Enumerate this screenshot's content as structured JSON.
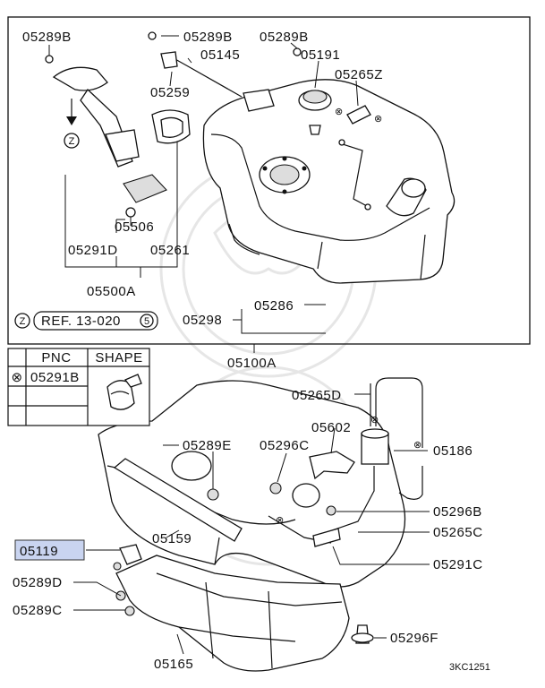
{
  "labels": {
    "p05289b_a": "05289B",
    "p05289b_b": "05289B",
    "p05289b_c": "05289B",
    "p05145": "05145",
    "p05191": "05191",
    "p05259": "05259",
    "p05265z": "05265Z",
    "p05506": "05506",
    "p05291d": "05291D",
    "p05261": "05261",
    "p05500a": "05500A",
    "p05286": "05286",
    "p05298": "05298",
    "p05100a": "05100A",
    "p05265d": "05265D",
    "p05602": "05602",
    "p05289e": "05289E",
    "p05296c": "05296C",
    "p05186": "05186",
    "p05296b": "05296B",
    "p05265c": "05265C",
    "p05119": "05119",
    "p05159": "05159",
    "p05291c": "05291C",
    "p05289d": "05289D",
    "p05289c": "05289C",
    "p05296f": "05296F",
    "p05165": "05165"
  },
  "ref": {
    "marker": "Z",
    "text": "REF. 13-020",
    "circled": "5",
    "arrow_marker": "Z"
  },
  "shape_table": {
    "headers": [
      "PNC",
      "SHAPE"
    ],
    "row_symbol": "⊗",
    "row_pnc": "05291B"
  },
  "diagram_code": "3KC1251",
  "highlight_color": "#c9d4f0"
}
